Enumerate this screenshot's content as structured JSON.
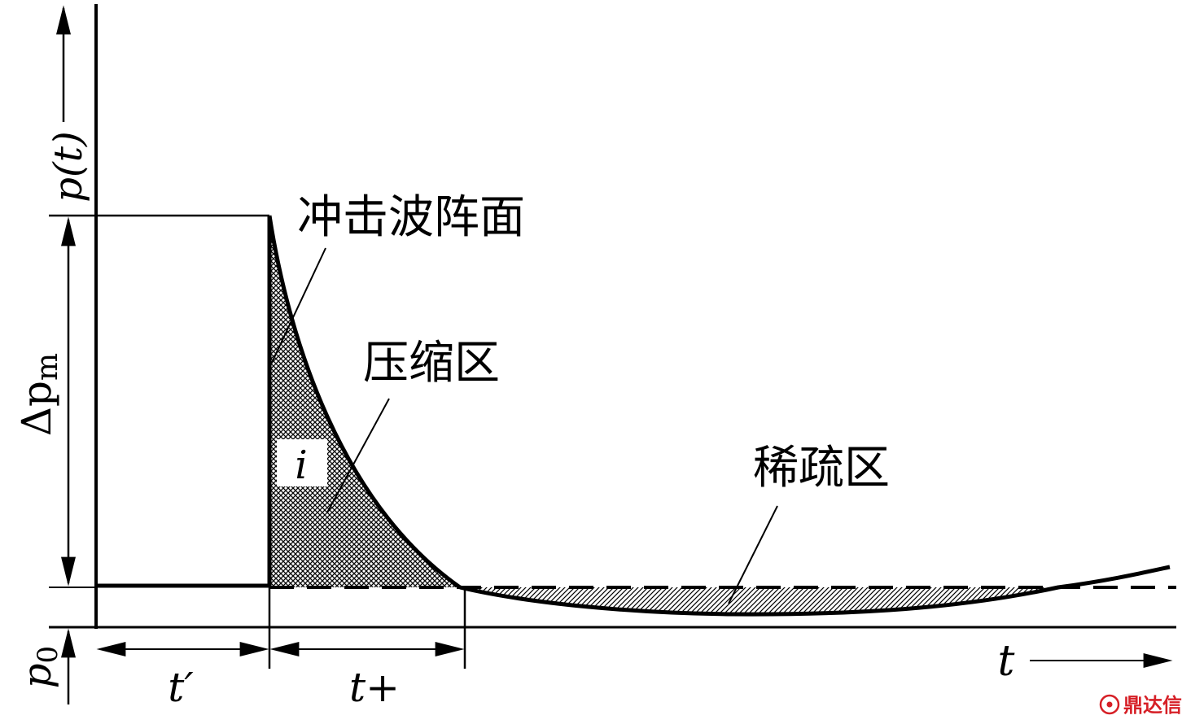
{
  "labels": {
    "p_t": "p(t)",
    "delta_p_m_base": "Δp",
    "delta_p_m_sub": "m",
    "p0_base": "p",
    "p0_sub": "0",
    "t_prime": "t′",
    "t_plus": "t+",
    "t": "t",
    "i": "i",
    "shock_front": "冲击波阵面",
    "compression_zone": "压缩区",
    "rarefaction_zone": "稀疏区"
  },
  "watermark": {
    "text": "鼎达信",
    "color": "#d61f26"
  }
}
